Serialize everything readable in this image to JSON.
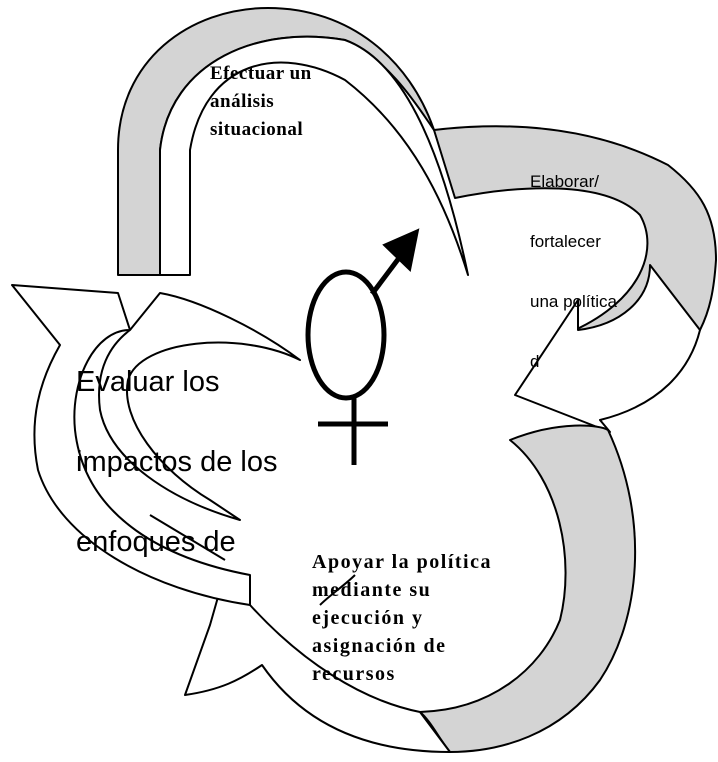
{
  "diagram": {
    "colors": {
      "stroke": "#000000",
      "band_fill": "#d4d4d4",
      "background": "#ffffff"
    },
    "center_icon": "gender-symbol-icon",
    "steps": [
      {
        "id": "analysis",
        "text": "Efectuar un\nanálisis\nsituacional"
      },
      {
        "id": "policy",
        "text": "Elaborar/\nfortalecer\nuna política\nd"
      },
      {
        "id": "implementation",
        "text": "Apoyar la política\nmediante su\nejecución y\nasignación de\nrecursos"
      },
      {
        "id": "evaluation",
        "text": "Evaluar los\nimpactos de los\nenfoques de"
      }
    ]
  }
}
